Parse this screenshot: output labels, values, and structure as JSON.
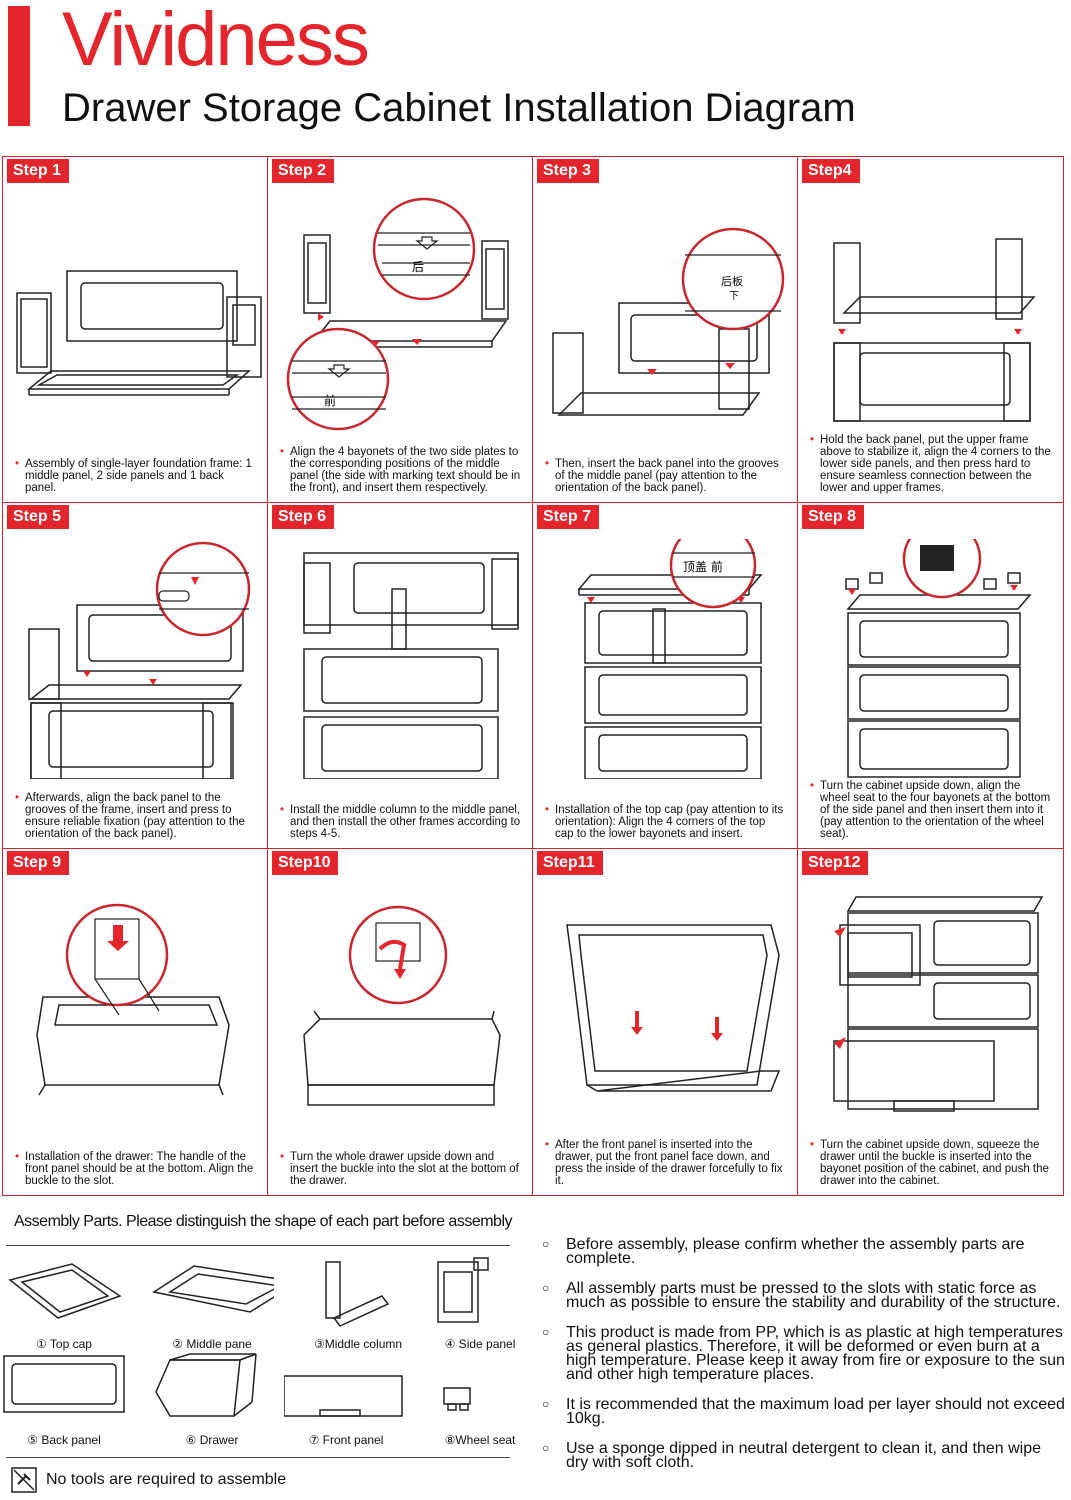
{
  "header": {
    "brand": "Vividness",
    "title": "Drawer Storage Cabinet Installation Diagram",
    "accent": "#e3262c"
  },
  "steps": [
    {
      "tag": "Step 1",
      "text": "Assembly of single-layer foundation frame: 1 middle panel, 2 side panels and 1 back panel."
    },
    {
      "tag": "Step 2",
      "text": "Align the 4 bayonets of the two side plates to the corresponding positions of the middle panel (the side with marking text should be in the front), and insert them respectively."
    },
    {
      "tag": "Step 3",
      "text": "Then, insert the back panel into the grooves of the middle panel (pay attention to the orientation of the back panel)."
    },
    {
      "tag": "Step4",
      "text": "Hold the back panel, put the upper frame above to stabilize it, align the 4 corners to the lower side panels, and then press hard to ensure seamless connection between the lower and upper frames."
    },
    {
      "tag": "Step 5",
      "text": "Afterwards, align the back panel to the grooves of the frame, insert and press to ensure reliable fixation (pay attention to the orientation of the back panel)."
    },
    {
      "tag": "Step 6",
      "text": "Install the middle column to the middle panel, and then install the other frames according to steps 4-5."
    },
    {
      "tag": "Step 7",
      "text": "Installation of the top cap (pay attention to its orientation): Align the 4 corners of the top cap to the lower bayonets and insert."
    },
    {
      "tag": "Step 8",
      "text": "Turn the cabinet upside down, align the wheel seat to the four bayonets at the bottom of the side panel and then insert them into it (pay attention to the orientation of the wheel seat)."
    },
    {
      "tag": "Step 9",
      "text": "Installation of the drawer: The handle of the front panel should be at the bottom. Align the buckle to the slot."
    },
    {
      "tag": "Step10",
      "text": "Turn the whole drawer upside down and insert the buckle into the slot at the bottom of the drawer."
    },
    {
      "tag": "Step11",
      "text": "After the front panel is inserted into the drawer, put the front panel face down, and press the inside of the drawer forcefully to fix it."
    },
    {
      "tag": "Step12",
      "text": "Turn the cabinet upside down, squeeze the drawer until the buckle is inserted into the bayonet position of the cabinet, and push the drawer into the cabinet."
    }
  ],
  "diagram_text": {
    "back": "后",
    "front": "前",
    "back_panel": "后板",
    "down": "下",
    "top_cap_front": "顶盖 前"
  },
  "parts": {
    "title": "Assembly Parts. Please distinguish the shape of each part before assembly",
    "items": [
      {
        "label": "① Top cap"
      },
      {
        "label": "② Middle pane"
      },
      {
        "label": "③Middle column"
      },
      {
        "label": "④ Side panel"
      },
      {
        "label": "⑤ Back panel"
      },
      {
        "label": "⑥ Drawer"
      },
      {
        "label": "⑦ Front panel"
      },
      {
        "label": "⑧Wheel seat"
      }
    ],
    "no_tools": "No tools are required to assemble"
  },
  "notes": [
    "Before assembly, please confirm whether the assembly parts are complete.",
    "All assembly parts must be pressed to the slots with static force as much as possible to ensure the stability and durability of the structure.",
    "This product is made from PP, which is as plastic at high temperatures as general plastics. Therefore, it will be deformed or even burn at a high temperature. Please keep it away from fire or exposure to the sun and other high temperature places.",
    "It is recommended that the maximum load per layer should not exceed 10kg.",
    "Use a sponge dipped in neutral detergent to clean it, and then wipe dry with soft cloth."
  ]
}
